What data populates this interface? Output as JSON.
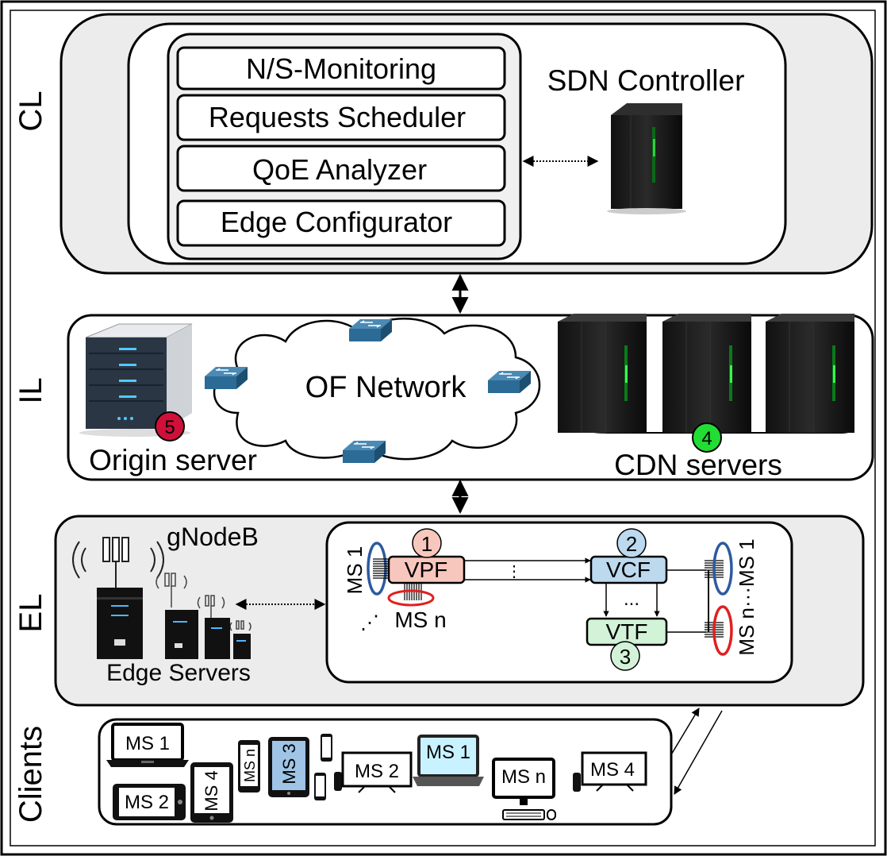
{
  "layers": {
    "cl": "CL",
    "il": "IL",
    "el": "EL",
    "clients": "Clients"
  },
  "controller": {
    "title": "SDN Controller",
    "modules": [
      "N/S-Monitoring",
      "Requests Scheduler",
      "QoE Analyzer",
      "Edge Configurator"
    ]
  },
  "infrastructure": {
    "origin_label": "Origin server",
    "origin_badge": "5",
    "network_label": "OF Network",
    "cdn_label": "CDN servers",
    "cdn_badge": "4"
  },
  "edge": {
    "gnodeb_label": "gNodeB",
    "servers_label": "Edge Servers",
    "vpf": "VPF",
    "vpf_badge": "1",
    "vcf": "VCF",
    "vcf_badge": "2",
    "vtf": "VTF",
    "vtf_badge": "3",
    "ms1_left": "MS 1",
    "msn_left": "MS n",
    "dots_top": "⋮",
    "dots_mid": "...",
    "dots_left": "⋰",
    "ms_right": "MS n···MS 1"
  },
  "clients": {
    "devices": [
      "MS 1",
      "MS 2",
      "MS 4",
      "MS n",
      "MS 3",
      "MS 2",
      "MS 1",
      "MS n",
      "MS 4"
    ]
  },
  "colors": {
    "panel_fill": "#ececec",
    "vpf_fill": "#f7c7bd",
    "vcf_fill": "#bcd9ee",
    "vtf_fill": "#d3f3d8",
    "origin_badge": "#d0103a",
    "cdn_badge": "#22dd33",
    "switch_blue": "#2b6b95",
    "ring_blue": "#2d5aa0",
    "ring_red": "#e02020"
  }
}
